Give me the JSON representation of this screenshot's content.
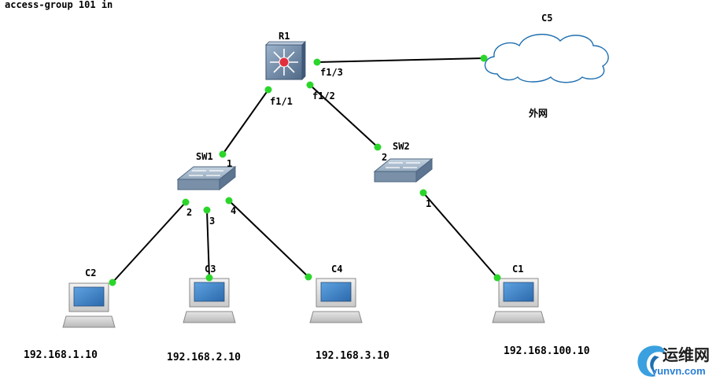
{
  "title": "access-group 101 in",
  "nodes": {
    "r1": {
      "label": "R1"
    },
    "sw1": {
      "label": "SW1"
    },
    "sw2": {
      "label": "SW2"
    },
    "c5": {
      "label": "C5",
      "caption": "外网"
    },
    "c1": {
      "label": "C1",
      "ip": "192.168.100.10"
    },
    "c2": {
      "label": "C2",
      "ip": "192.168.1.10"
    },
    "c3": {
      "label": "C3",
      "ip": "192.168.2.10"
    },
    "c4": {
      "label": "C4",
      "ip": "192.168.3.10"
    }
  },
  "ports": {
    "r1_f1_1": "f1/1",
    "r1_f1_2": "f1/2",
    "r1_f1_3": "f1/3",
    "sw1_p1": "1",
    "sw1_p2": "2",
    "sw1_p3": "3",
    "sw1_p4": "4",
    "sw2_p1": "1",
    "sw2_p2": "2"
  },
  "links": [
    [
      "R1 f1/1",
      "SW1 1"
    ],
    [
      "R1 f1/2",
      "SW2 2"
    ],
    [
      "R1 f1/3",
      "C5"
    ],
    [
      "SW1 2",
      "C2"
    ],
    [
      "SW1 3",
      "C3"
    ],
    [
      "SW1 4",
      "C4"
    ],
    [
      "SW2 1",
      "C1"
    ]
  ],
  "watermark": {
    "cn": "运维网",
    "en": "yunvn.com"
  },
  "colors": {
    "port_dot": "#2bd62b",
    "router_body": "#6f8aa8",
    "switch_body": "#8fa3b8",
    "screen": "#3a7fc4"
  }
}
